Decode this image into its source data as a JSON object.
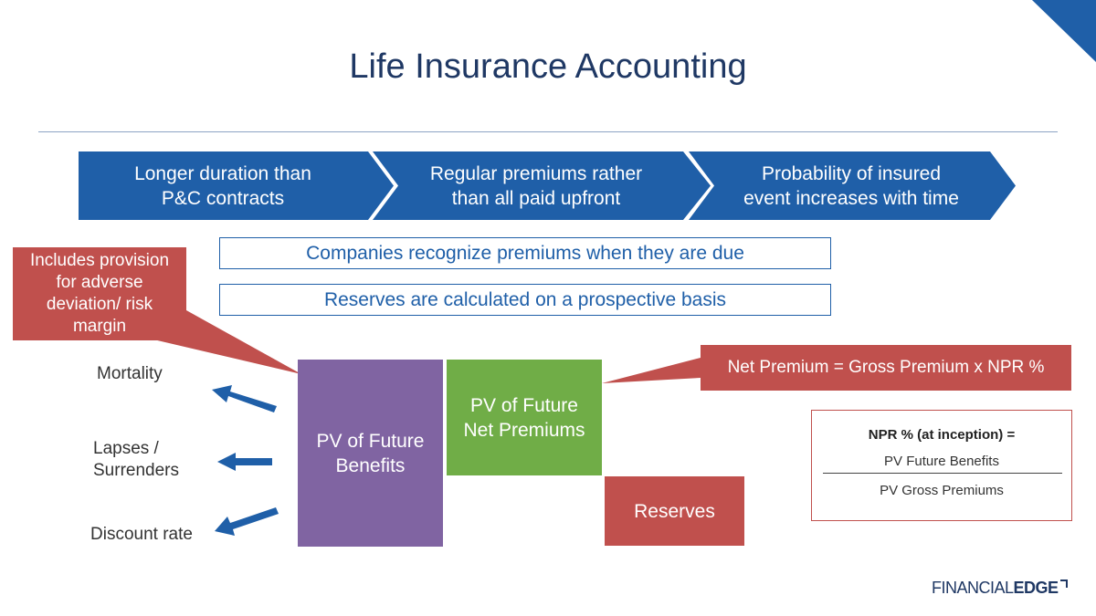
{
  "title": "Life Insurance Accounting",
  "chevrons": [
    {
      "line1": "Longer duration than",
      "line2": "P&C contracts"
    },
    {
      "line1": "Regular premiums rather",
      "line2": "than all paid upfront"
    },
    {
      "line1": "Probability of insured",
      "line2": "event increases with time"
    }
  ],
  "statements": [
    "Companies recognize premiums when they are due",
    "Reserves are calculated on a prospective basis"
  ],
  "callout_left": {
    "lines": [
      "Includes provision",
      "for adverse",
      "deviation/ risk",
      "margin"
    ]
  },
  "callout_right": "Net Premium = Gross Premium x NPR %",
  "factors": [
    {
      "lines": [
        "Mortality"
      ]
    },
    {
      "lines": [
        "Lapses /",
        "Surrenders"
      ]
    },
    {
      "lines": [
        "Discount rate"
      ]
    }
  ],
  "blocks": {
    "pv_benefits": {
      "line1": "PV of Future",
      "line2": "Benefits"
    },
    "pv_premiums": {
      "line1": "PV of Future",
      "line2": "Net Premiums"
    },
    "reserves": "Reserves"
  },
  "npr": {
    "heading": "NPR % (at inception) =",
    "numerator": "PV Future Benefits",
    "denominator": "PV Gross Premiums"
  },
  "logo": {
    "part1": "FINANCIAL",
    "part2": "EDGE"
  },
  "colors": {
    "chevron": "#1f5fa8",
    "title": "#1f3864",
    "purple": "#8064a2",
    "green": "#70ad47",
    "red": "#c0504d",
    "arrow": "#1f5fa8"
  }
}
